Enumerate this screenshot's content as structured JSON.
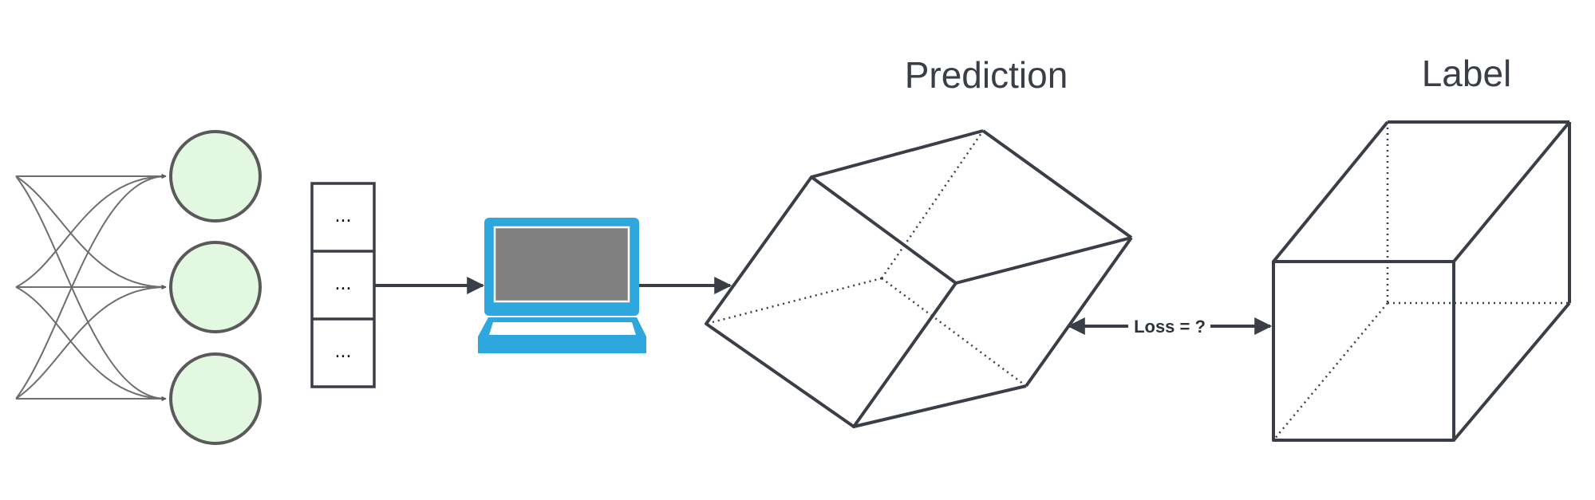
{
  "labels": {
    "prediction": "Prediction",
    "label": "Label",
    "loss": "Loss = ?"
  },
  "vector_cells": [
    "...",
    "...",
    "..."
  ],
  "colors": {
    "node_fill": "#e3f8e1",
    "node_stroke": "#5a5a5a",
    "laptop_body": "#2ea6de",
    "laptop_screen": "#808080",
    "edge": "#3a3f47"
  },
  "icons": [
    "laptop-icon"
  ]
}
